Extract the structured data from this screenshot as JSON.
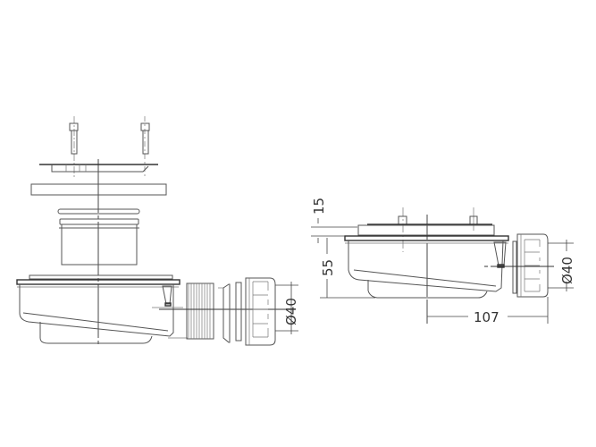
{
  "drawing": {
    "title": "Shower drain trap technical drawing",
    "views": [
      {
        "name": "exploded-view",
        "description": "Exploded assembly: grate screws, grate plate, seal ring, flange plate, upper sleeve, trap body, threaded outlet, gasket, washer, compression nut"
      },
      {
        "name": "assembled-side-view",
        "description": "Assembled trap side elevation with dimensions"
      }
    ],
    "dimensions": {
      "exploded_outlet_diameter": "Ø40",
      "assembled_top_height": "15",
      "assembled_body_height": "55",
      "assembled_outlet_diameter": "Ø40",
      "assembled_length": "107"
    },
    "colors": {
      "line": "#555555",
      "text": "#333333",
      "background": "#ffffff"
    }
  }
}
